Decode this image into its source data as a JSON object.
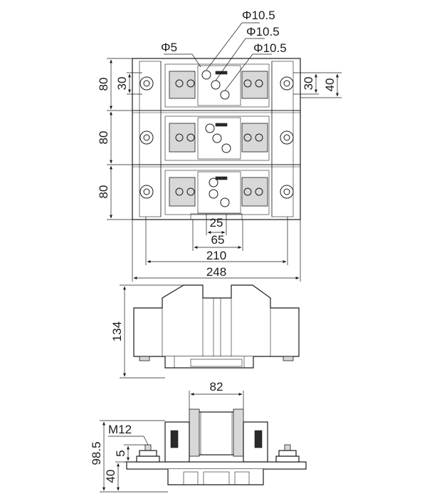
{
  "dimensions": {
    "phi_top": "Φ10.5",
    "phi_mid": "Φ10.5",
    "phi_low": "Φ10.5",
    "phi_small": "Φ5",
    "row1_height": "80",
    "row2_height": "80",
    "row3_height": "80",
    "inner_30_left": "30",
    "inner_30_right": "30",
    "right_40": "40",
    "span_25": "25",
    "span_65": "65",
    "span_210": "210",
    "span_248": "248",
    "side_height": "134",
    "bottom_width": "82",
    "thread": "M12",
    "stud_5": "5",
    "total_height": "98.5",
    "base_40": "40"
  },
  "colors": {
    "line": "#1a1a1a",
    "fill_grey": "#d8d8d8",
    "background": "#ffffff"
  }
}
